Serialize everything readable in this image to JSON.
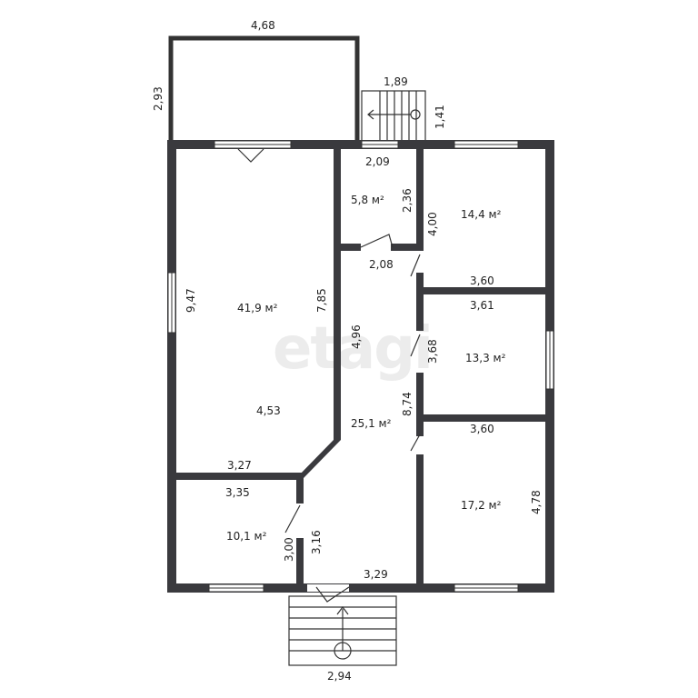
{
  "watermark": "etagi",
  "rooms": [
    {
      "id": "living",
      "area": "41,9 м²"
    },
    {
      "id": "wc",
      "area": "5,8 м²"
    },
    {
      "id": "bedroom-1",
      "area": "14,4 м²"
    },
    {
      "id": "bedroom-2",
      "area": "13,3 м²"
    },
    {
      "id": "hall",
      "area": "25,1 м²"
    },
    {
      "id": "bedroom-3",
      "area": "17,2 м²"
    },
    {
      "id": "room-small",
      "area": "10,1 м²"
    }
  ],
  "dimensions": {
    "terrace_width": "4,68",
    "terrace_depth": "2,93",
    "stair_top_width": "1,89",
    "stair_top_depth": "1,41",
    "wc_width": "2,09",
    "wc_height": "2,36",
    "bed1_height": "4,00",
    "wc_bottom": "2,08",
    "bed1_bottom": "3,60",
    "bed2_top": "3,61",
    "living_height": "9,47",
    "living_right": "7,85",
    "hall_upper": "4,96",
    "bed2_height": "3,68",
    "hall_height": "8,74",
    "bed3_top": "3,60",
    "living_width": "4,53",
    "living_bottom": "3,27",
    "small_top": "3,35",
    "bed3_height": "4,78",
    "small_right_a": "3,00",
    "small_right_b": "3,16",
    "hall_bottom": "3,29",
    "stair_bottom_width": "2,94"
  }
}
